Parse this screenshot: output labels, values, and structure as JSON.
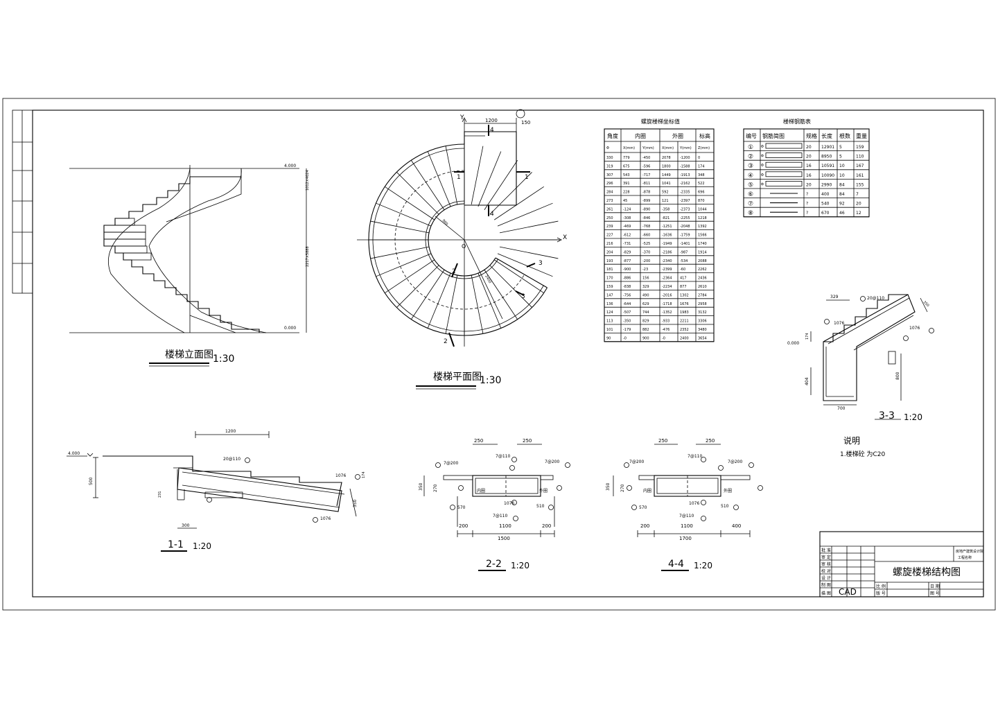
{
  "titles": {
    "elevation": "楼梯立面图",
    "elevation_scale": "1:30",
    "plan": "楼梯平面图",
    "plan_scale": "1:30",
    "s11": "1-1",
    "s11_scale": "1:20",
    "s22": "2-2",
    "s22_scale": "1:20",
    "s44": "4-4",
    "s44_scale": "1:20",
    "s33": "3-3",
    "s33_scale": "1:20"
  },
  "elevation": {
    "top_level": "4.000",
    "bottom_level": "0.000",
    "dims": "1012×4024",
    "dims2": "2217×5888"
  },
  "plan": {
    "axis_x": "X",
    "axis_y": "Y",
    "origin": "O",
    "dim_top": "1200",
    "dim_r": "150",
    "cut1": "1",
    "cut2": "2",
    "cut3": "3",
    "cut4": "4",
    "inner_radius": "900",
    "outer_radius": "2400"
  },
  "coord_table": {
    "title": "螺旋楼梯坐标值",
    "headers": [
      "角度",
      "内圈",
      "外圈",
      "标高"
    ],
    "subheaders": [
      "Φ",
      "X(mm)",
      "Y(mm)",
      "X(mm)",
      "Y(mm)",
      "Z(mm)"
    ],
    "rows": [
      [
        "330",
        "779",
        "-450",
        "2078",
        "-1200",
        "0"
      ],
      [
        "319",
        "675",
        "-596",
        "1800",
        "-1588",
        "174"
      ],
      [
        "307",
        "543",
        "-717",
        "1449",
        "-1913",
        "348"
      ],
      [
        "296",
        "391",
        "-811",
        "1041",
        "-2162",
        "522"
      ],
      [
        "284",
        "228",
        "-878",
        "592",
        "-2335",
        "696"
      ],
      [
        "273",
        "45",
        "-899",
        "121",
        "-2397",
        "870"
      ],
      [
        "261",
        "-124",
        "-890",
        "-358",
        "-2373",
        "1044"
      ],
      [
        "250",
        "-308",
        "-846",
        "-821",
        "-2255",
        "1218"
      ],
      [
        "239",
        "-469",
        "-768",
        "-1251",
        "-2048",
        "1392"
      ],
      [
        "227",
        "-612",
        "-660",
        "-1636",
        "-1759",
        "1566"
      ],
      [
        "216",
        "-731",
        "-525",
        "-1949",
        "-1401",
        "1740"
      ],
      [
        "204",
        "-829",
        "-370",
        "-2186",
        "-987",
        "1914"
      ],
      [
        "193",
        "-877",
        "-200",
        "-2340",
        "-534",
        "2088"
      ],
      [
        "181",
        "-900",
        "-23",
        "-2399",
        "-60",
        "2262"
      ],
      [
        "170",
        "-886",
        "156",
        "-2364",
        "417",
        "2436"
      ],
      [
        "159",
        "-838",
        "329",
        "-2234",
        "877",
        "2610"
      ],
      [
        "147",
        "-756",
        "490",
        "-2016",
        "1302",
        "2784"
      ],
      [
        "136",
        "-644",
        "629",
        "-1718",
        "1676",
        "2958"
      ],
      [
        "124",
        "-507",
        "744",
        "-1352",
        "1983",
        "3132"
      ],
      [
        "113",
        "-350",
        "829",
        "-933",
        "2211",
        "3306"
      ],
      [
        "101",
        "-179",
        "882",
        "-476",
        "2352",
        "3480"
      ],
      [
        "90",
        "-0",
        "900",
        "-0",
        "2400",
        "3654"
      ]
    ]
  },
  "rebar_table": {
    "title": "楼梯钢筋表",
    "headers": [
      "编号",
      "钢筋简图",
      "规格",
      "长度",
      "根数",
      "重量"
    ],
    "rows": [
      [
        "①",
        "Φ",
        "20",
        "12901",
        "5",
        "159"
      ],
      [
        "②",
        "Φ",
        "20",
        "8950",
        "5",
        "110"
      ],
      [
        "③",
        "Φ",
        "16",
        "10591",
        "10",
        "167"
      ],
      [
        "④",
        "Φ",
        "16",
        "10090",
        "10",
        "161"
      ],
      [
        "⑤",
        "Φ",
        "20",
        "2990",
        "84",
        "155"
      ],
      [
        "⑥",
        "",
        "?",
        "400",
        "84",
        "7"
      ],
      [
        "⑦",
        "",
        "?",
        "540",
        "92",
        "20"
      ],
      [
        "⑧",
        "",
        "?",
        "670",
        "46",
        "12"
      ]
    ]
  },
  "section11": {
    "top_level": "4.000",
    "dim_top": "1200",
    "dim_500": "500",
    "dim_300": "300",
    "bar_label": "20@110",
    "bar_1076": "1076",
    "bar_1076b": "1076",
    "dim_350": "350",
    "dim_174": "174",
    "dim_231": "231"
  },
  "section22": {
    "dim_250a": "250",
    "dim_250b": "250",
    "bar_top": "7@200",
    "bar_mid": "7@110",
    "bar_r": "7@200",
    "bar_bot": "7@110",
    "inner": "内圈",
    "outer": "外圈",
    "dim_1076": "1076",
    "dim_570": "570",
    "dim_510": "510",
    "dim_350": "350",
    "dim_270": "270",
    "dims_bottom": [
      "200",
      "1100",
      "200"
    ],
    "dim_total": "1500"
  },
  "section44": {
    "dim_250a": "250",
    "dim_250b": "250",
    "bar_top": "7@200",
    "bar_mid": "7@110",
    "bar_r": "7@200",
    "bar_bot": "7@110",
    "inner": "内圈",
    "outer": "外圈",
    "dim_1076": "1076",
    "dim_570": "570",
    "dim_510": "510",
    "dim_350": "350",
    "dim_270": "270",
    "dims_bottom": [
      "200",
      "1100",
      "400"
    ],
    "dim_total": "1700"
  },
  "section33": {
    "dim_329": "329",
    "bar_label": "20@110",
    "dim_1076": "1076",
    "dim_1076b": "1076",
    "level": "0.000",
    "dim_174": "174",
    "dim_404": "404",
    "dim_800": "800",
    "dim_700": "700",
    "dim_350": "350"
  },
  "notes": {
    "title": "说明",
    "line1": "1.楼梯砼 为C20"
  },
  "title_block": {
    "drawing_title": "螺旋楼梯结构图",
    "cad": "CAD",
    "roles": [
      "批 准",
      "审 定",
      "审 核",
      "校 对",
      "设 计",
      "制 图",
      "描 图"
    ],
    "company": "房地产建筑设计院",
    "project": "工程名称",
    "scale_label": "比 例",
    "date_label": "日 期",
    "no_label": "图 号",
    "ver_label": "版 号"
  }
}
